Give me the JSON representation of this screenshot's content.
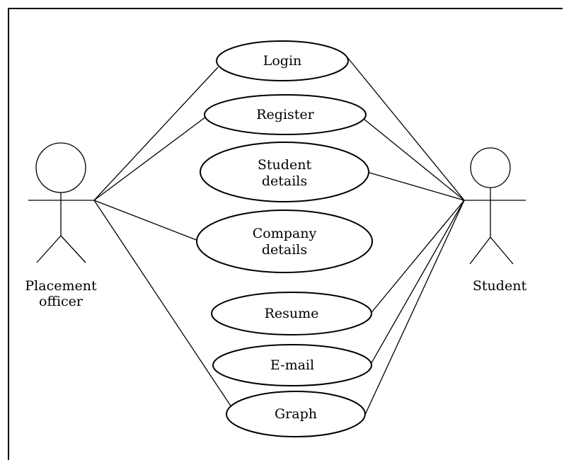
{
  "actors": {
    "left": {
      "name_lines": [
        "Placement",
        "officer"
      ]
    },
    "right": {
      "name_lines": [
        "Student"
      ]
    }
  },
  "use_cases": [
    {
      "id": "login",
      "lines": [
        "Login"
      ],
      "connects": [
        "left",
        "right"
      ]
    },
    {
      "id": "register",
      "lines": [
        "Register"
      ],
      "connects": [
        "left",
        "right"
      ]
    },
    {
      "id": "student-details",
      "lines": [
        "Student",
        "details"
      ],
      "connects": [
        "right"
      ]
    },
    {
      "id": "company-details",
      "lines": [
        "Company",
        "details"
      ],
      "connects": [
        "left"
      ]
    },
    {
      "id": "resume",
      "lines": [
        "Resume"
      ],
      "connects": [
        "right"
      ]
    },
    {
      "id": "email",
      "lines": [
        "E-mail"
      ],
      "connects": [
        "right"
      ]
    },
    {
      "id": "graph",
      "lines": [
        "Graph"
      ],
      "connects": [
        "left",
        "right"
      ]
    }
  ]
}
